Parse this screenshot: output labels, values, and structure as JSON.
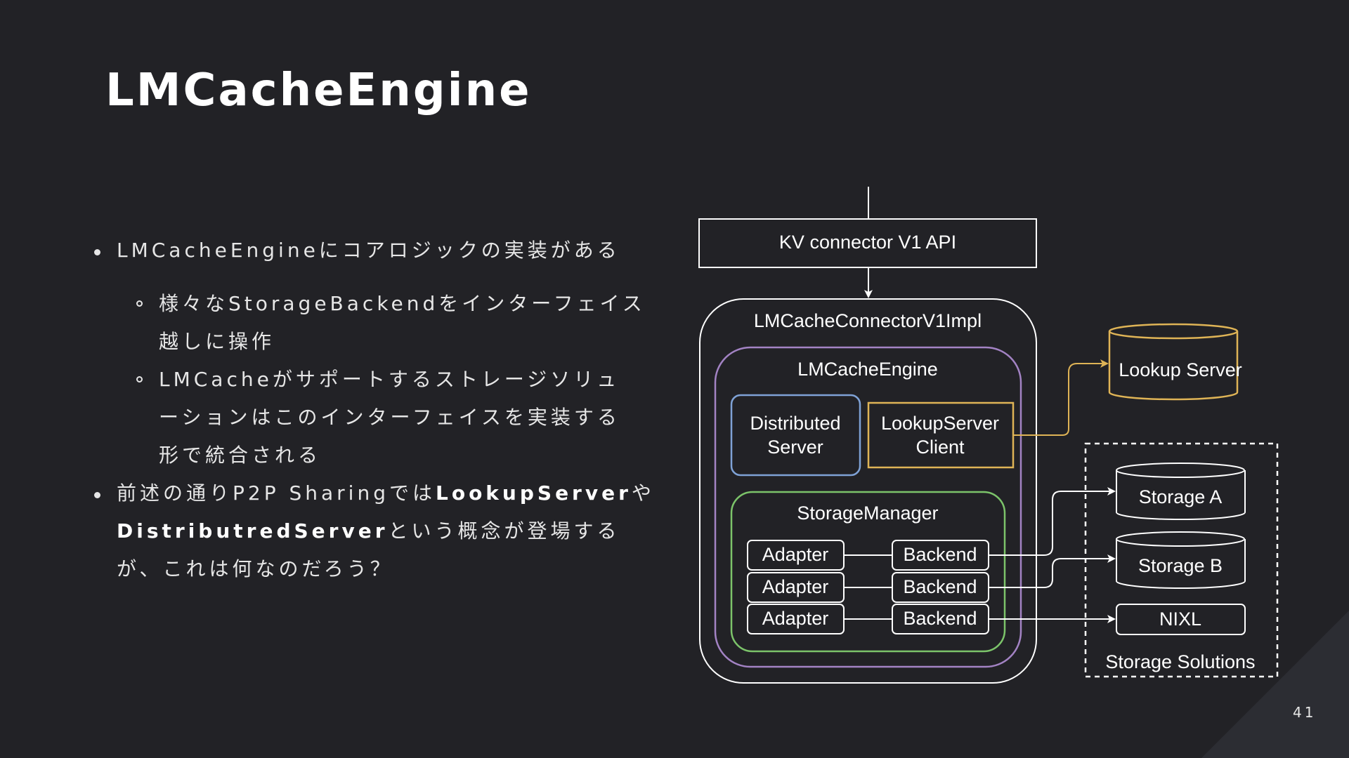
{
  "slide": {
    "title": "LMCacheEngine",
    "page_number": "41"
  },
  "bullets": {
    "b1": "LMCacheEngineにコアロジックの実装がある",
    "sub1_line1": "様々なStorageBackendをインターフェイス",
    "sub1_line2": "越しに操作",
    "sub2_line1": "LMCacheがサポートするストレージソリュ",
    "sub2_line2": "ーションはこのインターフェイスを実装する",
    "sub2_line3": "形で統合される",
    "b2_pre": "前述の通りP2P Sharingでは",
    "b2_bold1": "LookupServer",
    "b2_mid": "や",
    "b2_bold2": "DistributredServer",
    "b2_post": "という概念が登場する",
    "b2_line3": "が、これは何なのだろう？"
  },
  "diagram": {
    "kv_connector": "KV connector V1 API",
    "connector_impl": "LMCacheConnectorV1Impl",
    "engine": "LMCacheEngine",
    "distributed_server": [
      "Distributed",
      "Server"
    ],
    "lookup_client": [
      "LookupServer",
      "Client"
    ],
    "storage_manager": "StorageManager",
    "adapters": [
      "Adapter",
      "Adapter",
      "Adapter"
    ],
    "backends": [
      "Backend",
      "Backend",
      "Backend"
    ],
    "lookup_server": "Lookup Server",
    "storage_a": "Storage A",
    "storage_b": "Storage B",
    "nixl": "NIXL",
    "storage_solutions": "Storage Solutions"
  },
  "colors": {
    "background": "#222226",
    "purple": "#a383c4",
    "blue": "#7fa2d6",
    "yellow": "#dfb456",
    "green": "#7cc46a",
    "white": "#ffffff"
  }
}
